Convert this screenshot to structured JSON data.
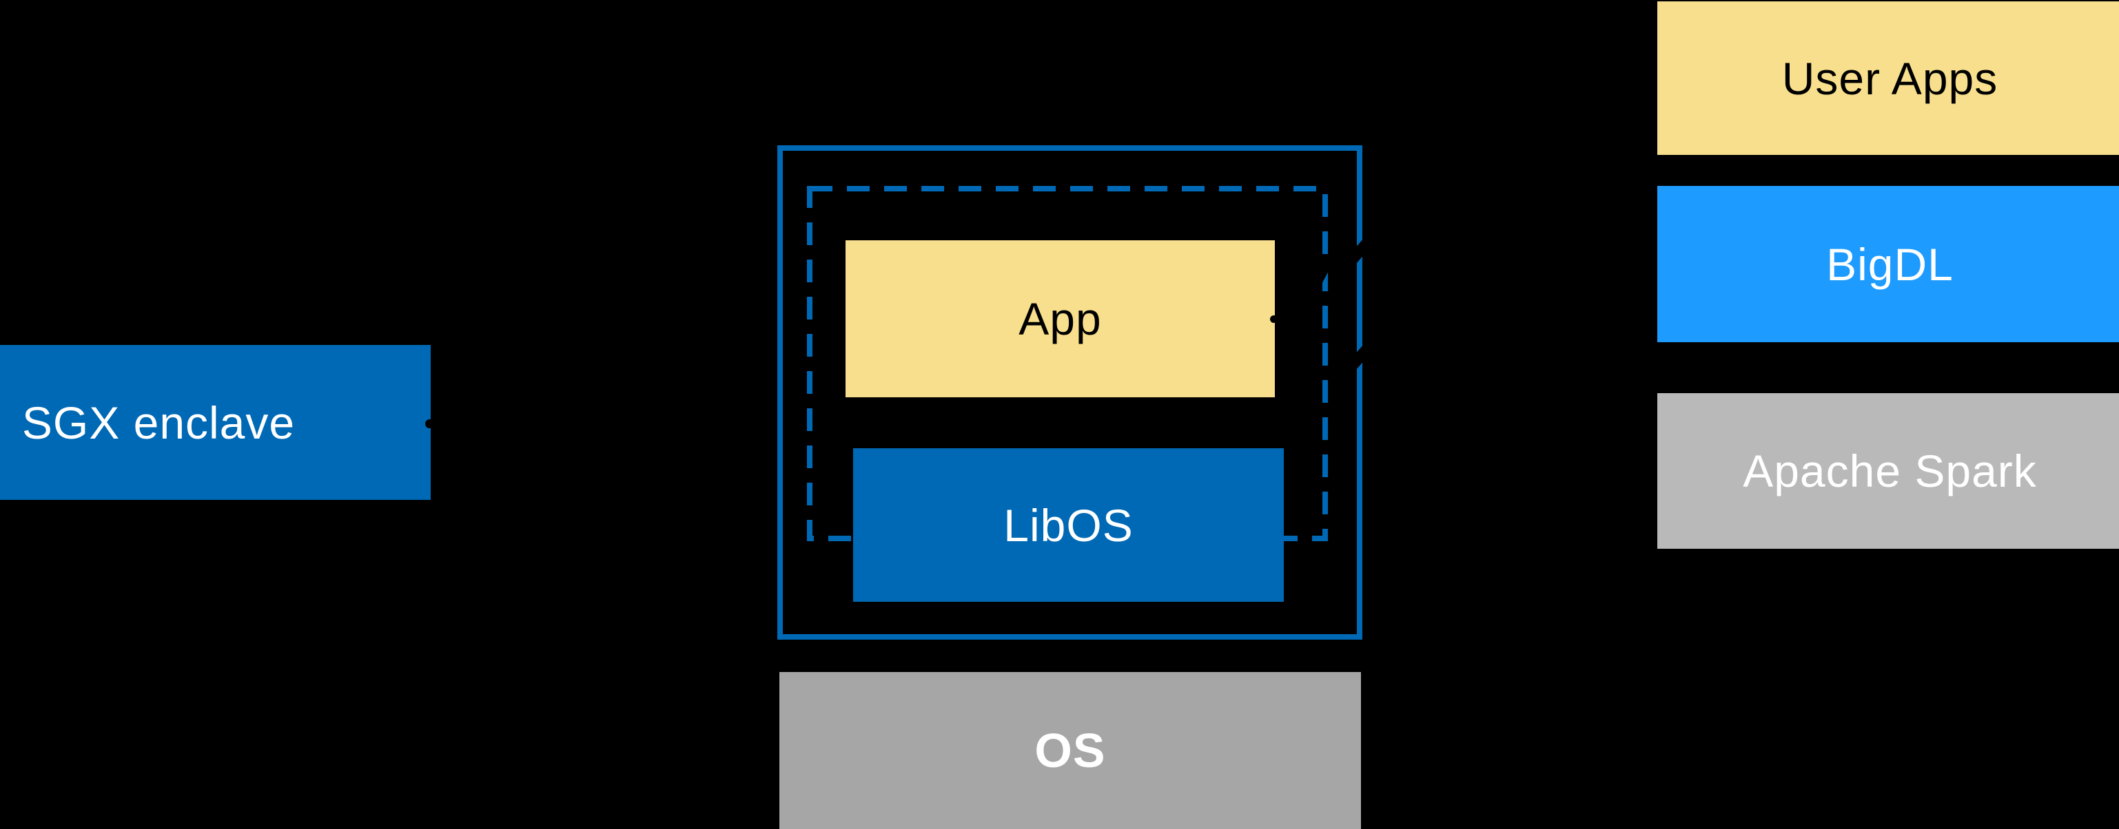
{
  "diagram": {
    "sgx_enclave_label": "SGX enclave",
    "enclave_stack": {
      "app": "App",
      "libos": "LibOS"
    },
    "os_label": "OS",
    "software_stack": {
      "user_apps": "User Apps",
      "bigdl": "BigDL",
      "apache_spark": "Apache Spark"
    },
    "colors": {
      "background": "#000000",
      "intel_blue": "#0069B5",
      "bright_blue": "#1E9BFF",
      "yellow": "#F8DF8D",
      "gray_os": "#A6A6A6",
      "gray_spark": "#B9B9B9",
      "arrow_black": "#000000",
      "text_dark": "#000000",
      "text_light": "#FFFFFF"
    }
  }
}
